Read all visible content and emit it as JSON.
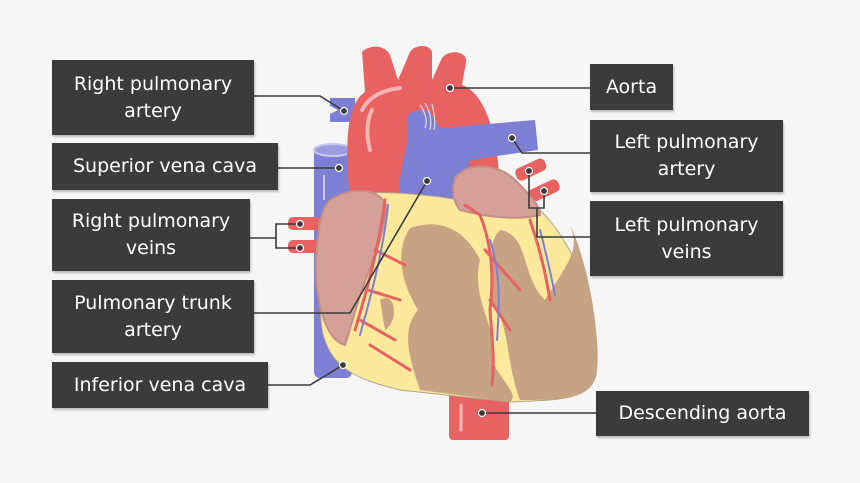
{
  "labels": {
    "right_pulmonary_artery": "Right pulmonary artery",
    "superior_vena_cava": "Superior vena cava",
    "right_pulmonary_veins": "Right pulmonary veins",
    "pulmonary_trunk_artery": "Pulmonary trunk artery",
    "inferior_vena_cava": "Inferior vena cava",
    "aorta": "Aorta",
    "left_pulmonary_artery": "Left pulmonary artery",
    "left_pulmonary_veins": "Left pulmonary veins",
    "descending_aorta": "Descending aorta"
  },
  "colors": {
    "background": "#f6f6f6",
    "label_box": "#3b3b3b",
    "artery_red": "#e96262",
    "vein_blue": "#7c7fd3",
    "fat_yellow": "#fde99c",
    "muscle_tan": "#c6a382",
    "atrium_pink": "#d5a097"
  }
}
